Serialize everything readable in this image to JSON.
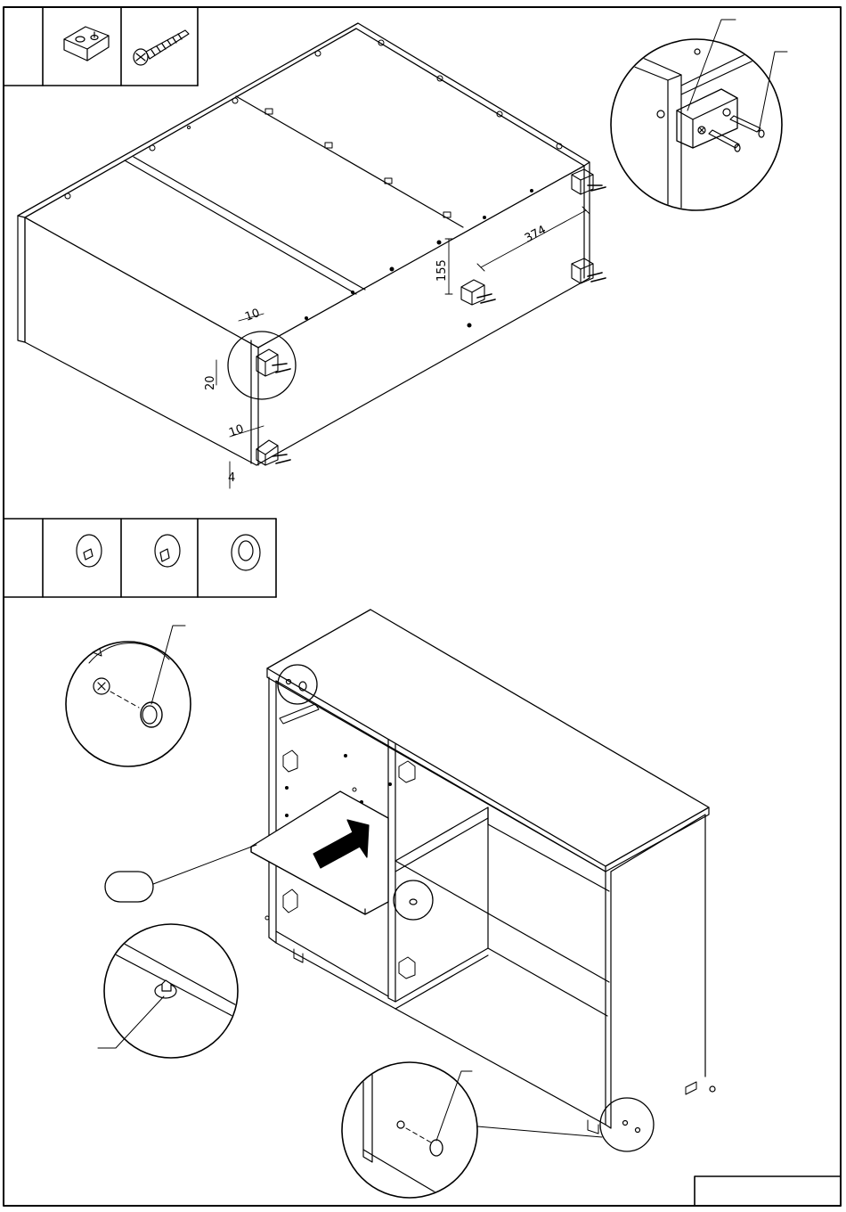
{
  "step1": {
    "dimensions": {
      "width_a": "374",
      "height_a": "155",
      "offset_top": "10",
      "height_b": "20",
      "offset_bottom": "10",
      "offset_small": "4"
    }
  },
  "colors": {
    "line": "#000000",
    "paper": "#ffffff"
  }
}
